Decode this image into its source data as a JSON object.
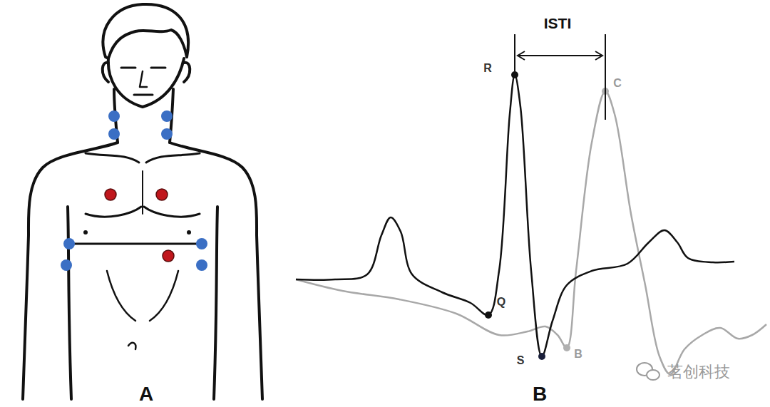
{
  "diagram": {
    "labels": [
      "ISTI",
      "R",
      "C",
      "Q",
      "S",
      "B",
      "A",
      "B",
      "茗创科技"
    ]
  }
}
